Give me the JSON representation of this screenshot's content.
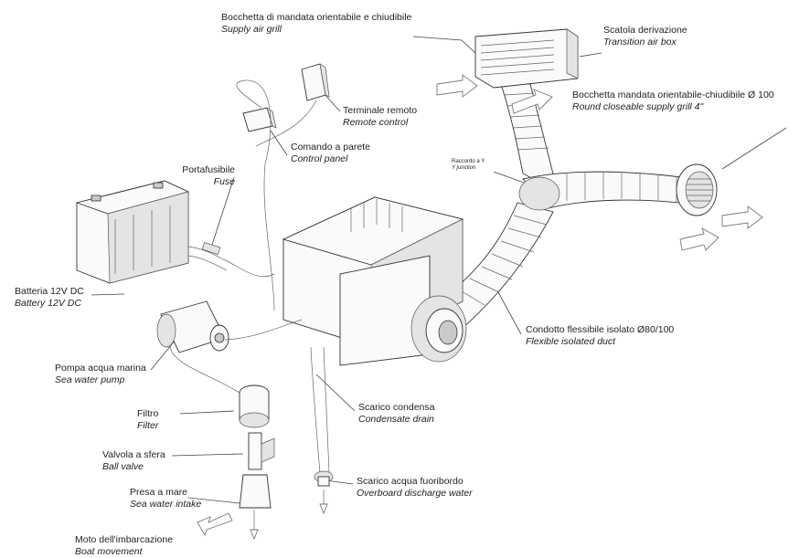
{
  "labels": {
    "supply_grill": {
      "it": "Bocchetta di mandata orientabile e chiudibile",
      "en": "Supply air grill"
    },
    "transition_box": {
      "it": "Scatola derivazione",
      "en": "Transition air box"
    },
    "round_grill": {
      "it": "Bocchetta mandata orientabile-chiudibile Ø 100",
      "en": "Round closeable supply grill 4\""
    },
    "remote": {
      "it": "Terminale remoto",
      "en": "Remote control"
    },
    "control_panel": {
      "it": "Comando a parete",
      "en": "Control panel"
    },
    "fuse": {
      "it": "Portafusibile",
      "en": "Fuse"
    },
    "y_junction": {
      "it": "Raccordo a Y",
      "en": "Y junction"
    },
    "battery": {
      "it": "Batteria 12V DC",
      "en": "Battery 12V DC"
    },
    "duct": {
      "it": "Condotto flessibile isolato Ø80/100",
      "en": "Flexible isolated duct"
    },
    "pump": {
      "it": "Pompa acqua marina",
      "en": "Sea water pump"
    },
    "filter": {
      "it": "Filtro",
      "en": "Filter"
    },
    "condensate": {
      "it": "Scarico condensa",
      "en": "Condensate drain"
    },
    "ball_valve": {
      "it": "Valvola a sfera",
      "en": "Ball valve"
    },
    "overboard": {
      "it": "Scarico acqua fuoribordo",
      "en": "Overboard discharge water"
    },
    "intake": {
      "it": "Presa a mare",
      "en": "Sea water intake"
    },
    "boat_movement": {
      "it": "Moto dell'imbarcazione",
      "en": "Boat movement"
    }
  }
}
